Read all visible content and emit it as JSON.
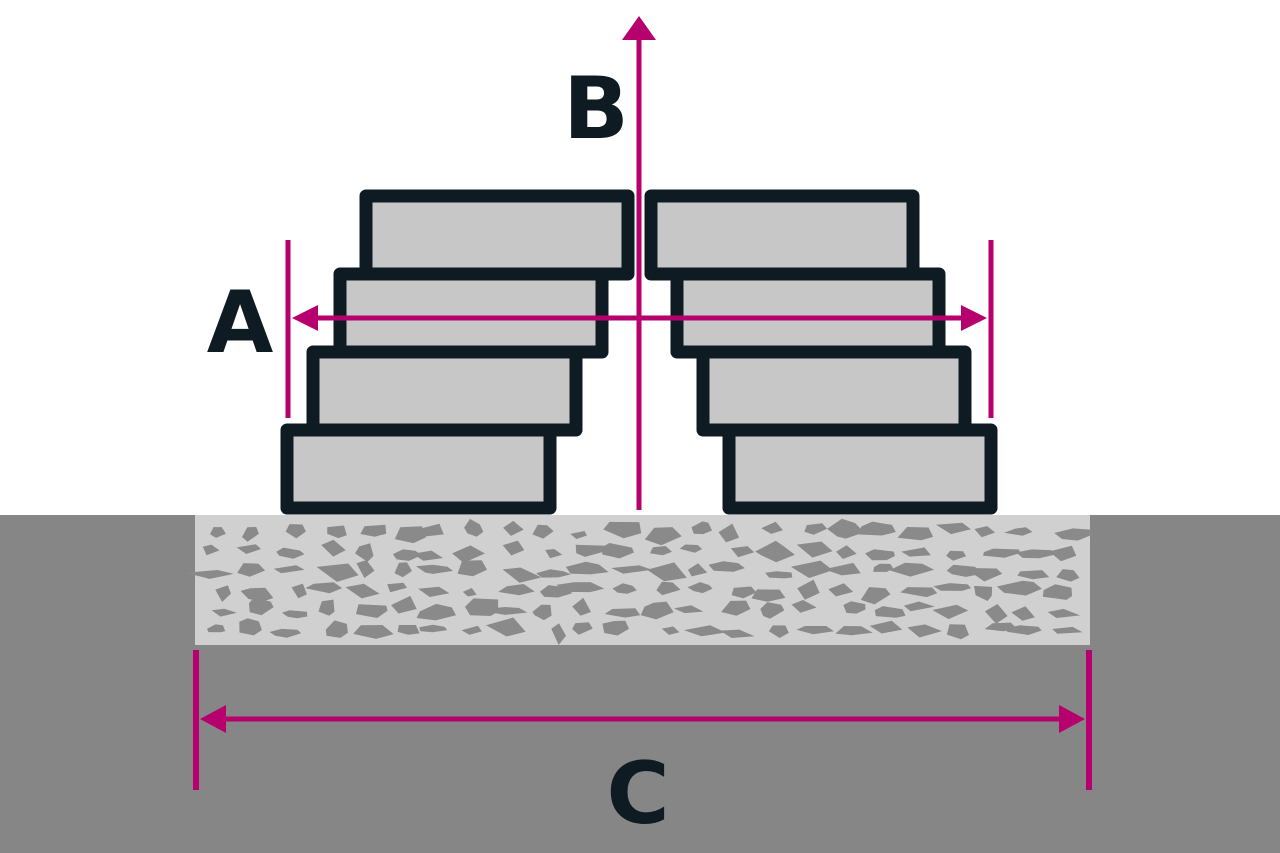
{
  "labels": {
    "a": "A",
    "b": "B",
    "c": "C"
  },
  "colors": {
    "background": "#ffffff",
    "ground": "#868686",
    "gravel_bed": "#d0d0d0",
    "stone_fill": "#c7c7c7",
    "stone_outline": "#0f1b22",
    "dimension_line": "#b5006d",
    "label_text": "#0f1b22"
  },
  "stacks": [
    {
      "name": "left-stack",
      "stone_count": 4
    },
    {
      "name": "right-stack",
      "stone_count": 4
    }
  ]
}
